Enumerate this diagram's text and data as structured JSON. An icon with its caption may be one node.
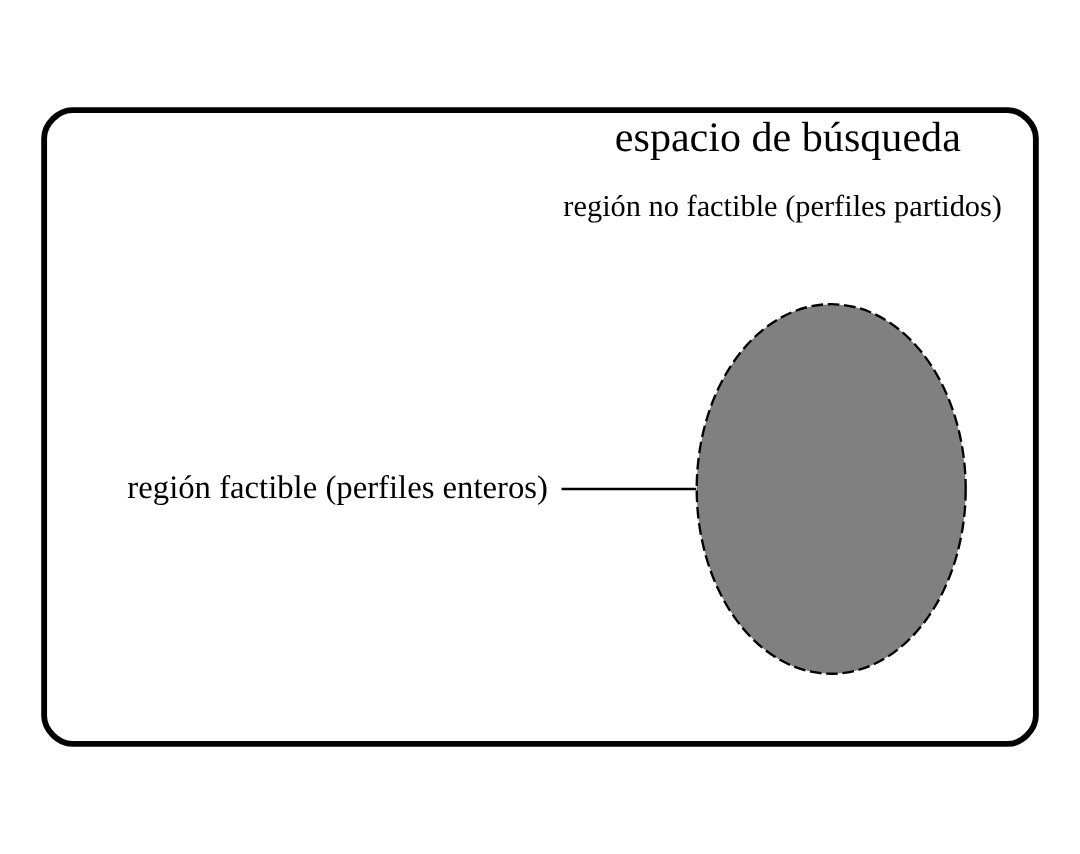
{
  "diagram": {
    "nodes": [
      {
        "text": [
          "espacio de búsqueda",
          "región no factible (perfiles partidos)"
        ]
      },
      {
        "text": [],
        "shape": "cloud",
        "in": 0
      },
      {
        "text": [
          "región factible (perfiles enteros)"
        ],
        "in": 0
      }
    ],
    "edges": [
      {
        "from": 2,
        "to": 1,
        "arrow": "none"
      }
    ]
  }
}
